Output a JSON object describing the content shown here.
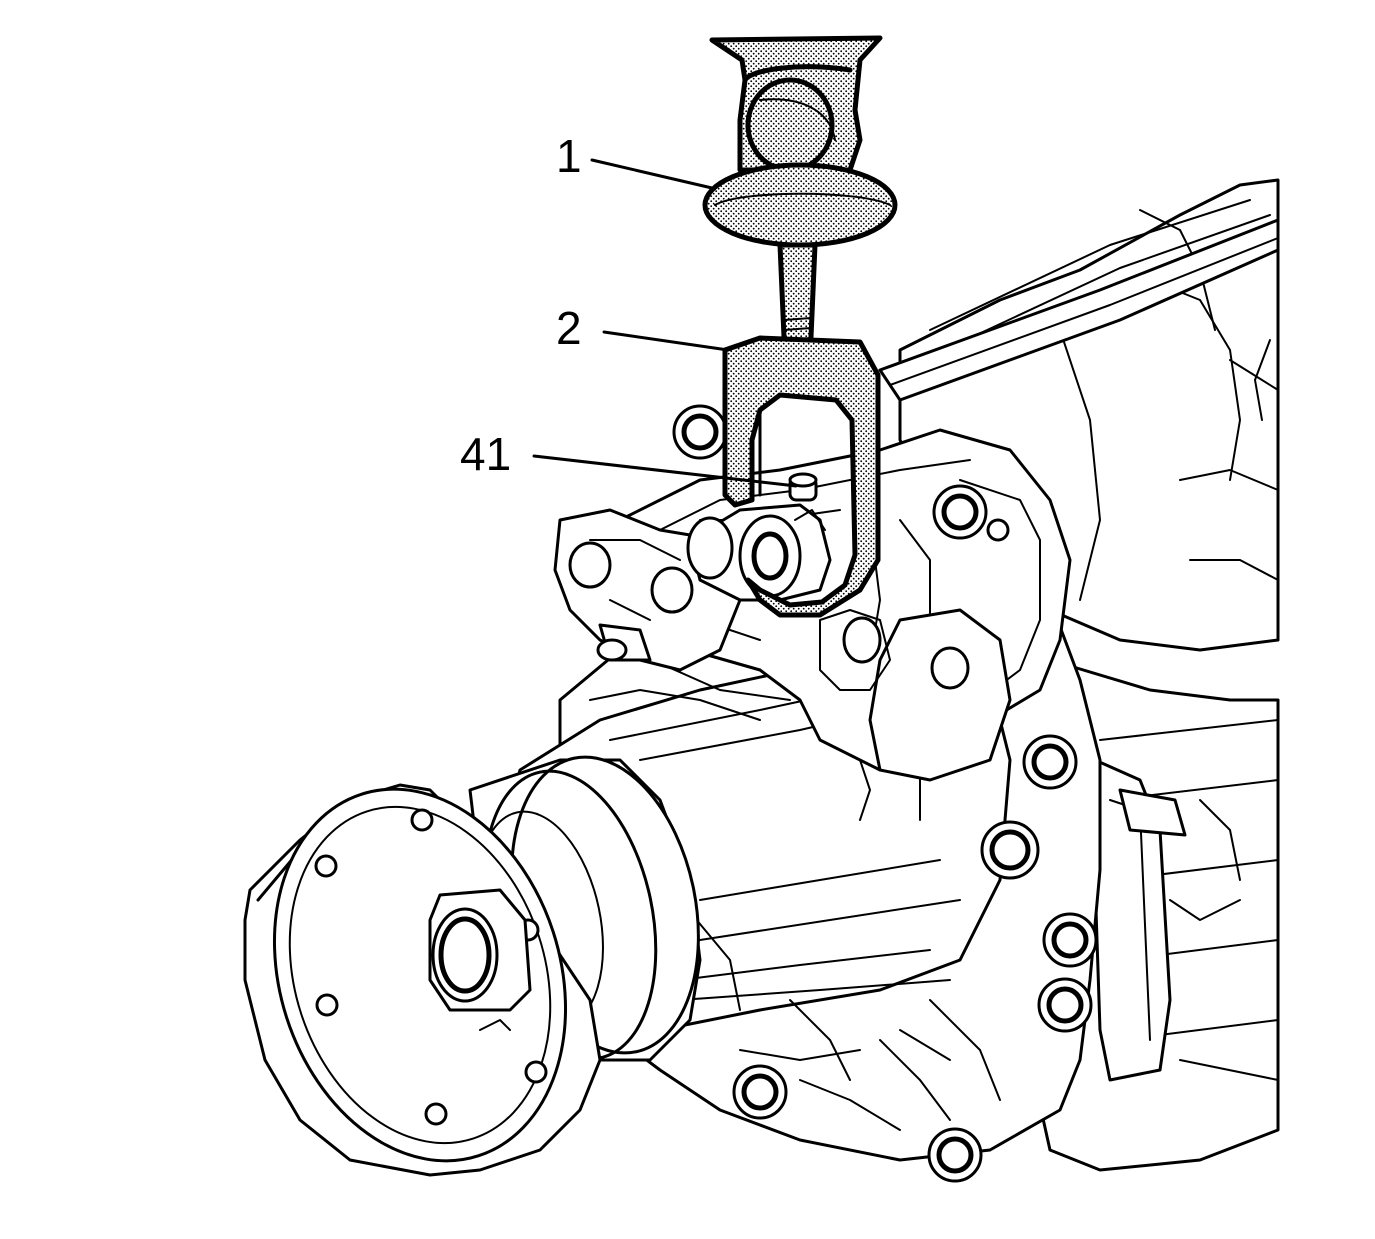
{
  "callouts": [
    {
      "id": "1",
      "label": "1"
    },
    {
      "id": "2",
      "label": "2"
    },
    {
      "id": "41",
      "label": "41"
    }
  ],
  "colors": {
    "line": "#000000",
    "background": "#ffffff",
    "tool_fill": "#bdbdbd"
  }
}
